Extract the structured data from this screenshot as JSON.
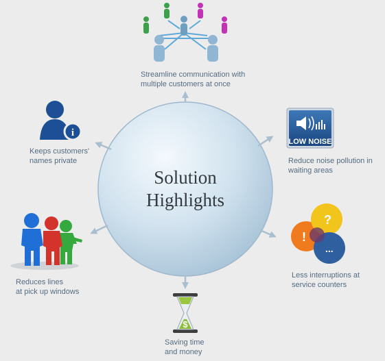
{
  "center": {
    "title": "Solution\nHighlights"
  },
  "highlights": [
    {
      "id": "communication",
      "caption": "Streamline communication with\nmultiple  customers at once",
      "icon": "people-network-icon"
    },
    {
      "id": "noise",
      "caption": "Reduce noise pollution in\nwaiting areas",
      "icon": "low-noise-speaker-icon",
      "badge": "LOW NOISE"
    },
    {
      "id": "interruptions",
      "caption": "Less interruptions at\nservice counters",
      "icon": "speech-bubbles-icon",
      "bubble_marks": [
        "!",
        "?",
        "..."
      ]
    },
    {
      "id": "saving",
      "caption": "Saving time\nand money",
      "icon": "hourglass-dollar-icon",
      "symbol": "$"
    },
    {
      "id": "lines",
      "caption": "Reduces lines\nat pick up windows",
      "icon": "three-people-icon"
    },
    {
      "id": "privacy",
      "caption": "Keeps customers'\nnames private",
      "icon": "user-info-icon",
      "symbol": "i"
    }
  ],
  "colors": {
    "background": "#ececec",
    "circle": "#c9dcea",
    "arrow": "#a9bfd0",
    "caption": "#556b82",
    "title": "#333a40"
  }
}
